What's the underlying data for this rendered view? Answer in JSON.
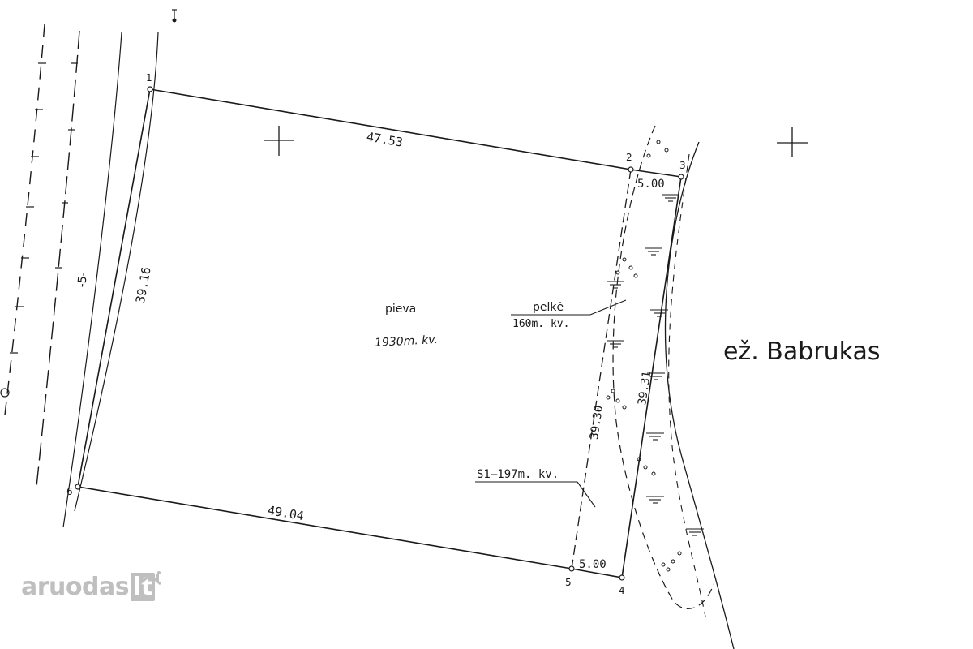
{
  "plot": {
    "sides": {
      "side_1_2": "47.53",
      "side_2_3": "5.00",
      "side_3_4": "39.31",
      "side_4_5": "5.00",
      "side_5_6": "49.04",
      "side_6_1": "39.16",
      "side_2_5": "39.30"
    },
    "points": [
      "1",
      "2",
      "3",
      "4",
      "5",
      "6"
    ],
    "area_label": "pieva",
    "area_value": "1930m. kv.",
    "wetland_label": "pelkė",
    "wetland_area": "160m. kv.",
    "servitude_label": "S1–197m. kv."
  },
  "lake": {
    "label": "ež. Babrukas"
  },
  "road": {
    "label": "-5-"
  },
  "watermark": {
    "brand": "aruodas",
    "tld": "lt"
  },
  "colors": {
    "ink": "#1a1a1a",
    "watermark": "#bfbfbf"
  }
}
